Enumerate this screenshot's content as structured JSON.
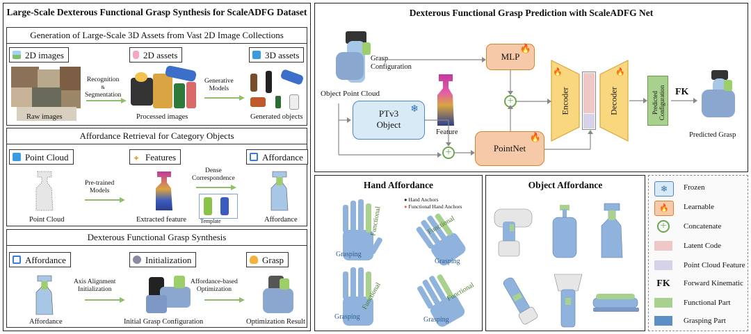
{
  "left_panel": {
    "title": "Large-Scale Dexterous Functional Grasp Synthesis for ScaleADFG Dataset",
    "sec1": {
      "header": "Generation of Large-Scale 3D Assets from Vast 2D Image Collections",
      "tags": [
        "2D images",
        "2D assets",
        "3D assets"
      ],
      "arrow1": "Recognition\n&\nSegmentation",
      "arrow2": "Generative\nModels",
      "captions": [
        "Raw images",
        "Processed images",
        "Generated objects"
      ]
    },
    "sec2": {
      "header": "Affordance Retrieval for Category Objects",
      "tags": [
        "Point Cloud",
        "Features",
        "Affordance"
      ],
      "arrow1": "Pre-trained\nModels",
      "arrow2": "Dense\nCorrespondence",
      "template": "Template",
      "captions": [
        "Point Cloud",
        "Extracted feature",
        "Affordance"
      ]
    },
    "sec3": {
      "header": "Dexterous Functional Grasp Synthesis",
      "tags": [
        "Affordance",
        "Initialization",
        "Grasp"
      ],
      "arrow1": "Axis Alignment\nInitialization",
      "arrow2": "Affordance-based\nOptimization",
      "captions": [
        "Affordance",
        "Initial Grasp Configuration",
        "Optimization Result"
      ]
    }
  },
  "right_panel": {
    "title": "Dexterous Functional Grasp Prediction with ScaleADFG Net",
    "object_point_cloud": "Object Point Cloud",
    "grasp_configuration": "Grasp\nConfiguration",
    "ptv3": "PTv3\nObject",
    "feature": "Feature",
    "mlp": "MLP",
    "pointnet": "PointNet",
    "encoder": "Encoder",
    "decoder": "Decoder",
    "predicted_configuration": "Predicted\nConfiguration",
    "fk": "FK",
    "predicted_grasp": "Predicted Grasp"
  },
  "hand_affordance": {
    "title": "Hand Affordance",
    "legend": [
      "Hand Anchors",
      "Functional Hand Anchors"
    ],
    "functional": "Functional",
    "grasping": "Grasping"
  },
  "object_affordance": {
    "title": "Object Affordance"
  },
  "legend": {
    "items": [
      {
        "label": "Frozen",
        "kind": "snow"
      },
      {
        "label": "Learnable",
        "kind": "fire"
      },
      {
        "label": "Concatenate",
        "kind": "concat"
      },
      {
        "label": "Latent Code",
        "kind": "latent"
      },
      {
        "label": "Point Cloud Feature",
        "kind": "pcf"
      },
      {
        "label": "Forward Kinematic",
        "kind": "fk",
        "symbol": "FK"
      },
      {
        "label": "Functional Part",
        "kind": "functional"
      },
      {
        "label": "Grasping Part",
        "kind": "grasping"
      }
    ],
    "colors": {
      "frozen_bg": "#d9eaf7",
      "learnable_bg": "#f6c9a8",
      "concat": "#6aa84f",
      "latent": "#efc7c7",
      "pcf": "#d6d2ea",
      "functional": "#a9d18e",
      "grasping": "#5b8fc6",
      "encoder_yellow": "#f9d77e"
    }
  }
}
